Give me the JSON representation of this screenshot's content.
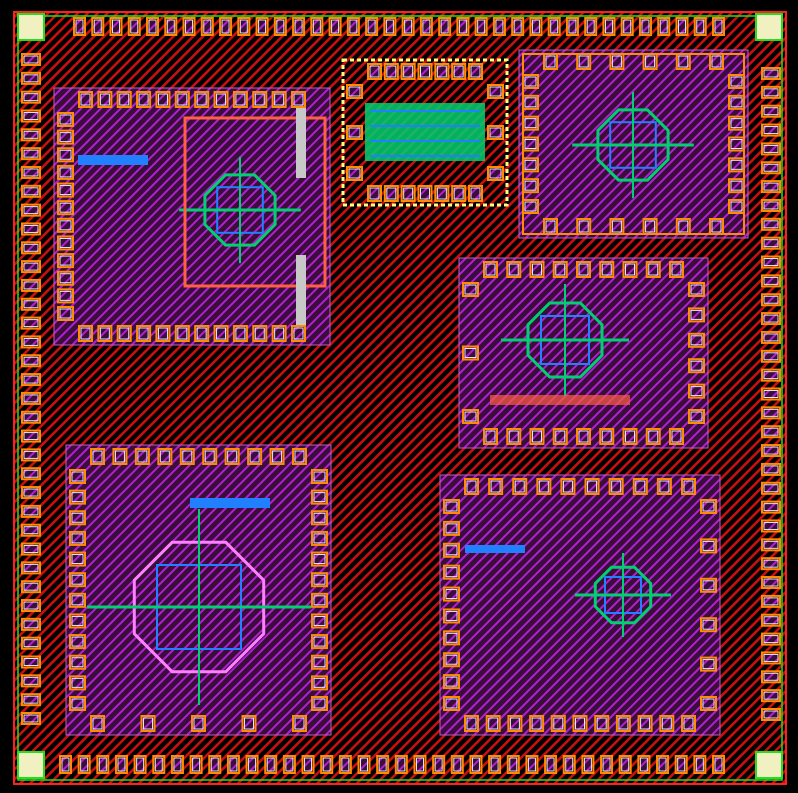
{
  "colors": {
    "background": "#000000",
    "substrate_hatch": "#c81010",
    "block_hatch": "#b020d0",
    "seal_ring": "#ff2020",
    "corner": "#20e020",
    "pad_outline": "#ff8c00",
    "pad_inner": "#e8e8f0",
    "metal_green": "#00d070",
    "metal_blue": "#2080ff",
    "metal_pink": "#ff80ff",
    "highlight_dashed": "#ffff80"
  },
  "io_ring": {
    "top_pads": 36,
    "bottom_pads": 36,
    "left_pads": 36,
    "right_pads": 35
  },
  "blocks": [
    {
      "name": "block-top-left",
      "pads_top": 12,
      "pads_bottom": 12,
      "pads_left": 12,
      "pads_right": 0
    },
    {
      "name": "block-top-center-selected",
      "pads_top": 7,
      "pads_bottom": 7,
      "pads_left": 3,
      "pads_right": 3
    },
    {
      "name": "block-top-right",
      "pads_top": 6,
      "pads_bottom": 6,
      "pads_left": 7,
      "pads_right": 7
    },
    {
      "name": "block-middle-right",
      "pads_top": 9,
      "pads_bottom": 9,
      "pads_left": 3,
      "pads_right": 6
    },
    {
      "name": "block-bottom-left",
      "pads_top": 10,
      "pads_bottom": 5,
      "pads_left": 12,
      "pads_right": 12
    },
    {
      "name": "block-bottom-right",
      "pads_top": 10,
      "pads_bottom": 11,
      "pads_left": 10,
      "pads_right": 6
    }
  ]
}
